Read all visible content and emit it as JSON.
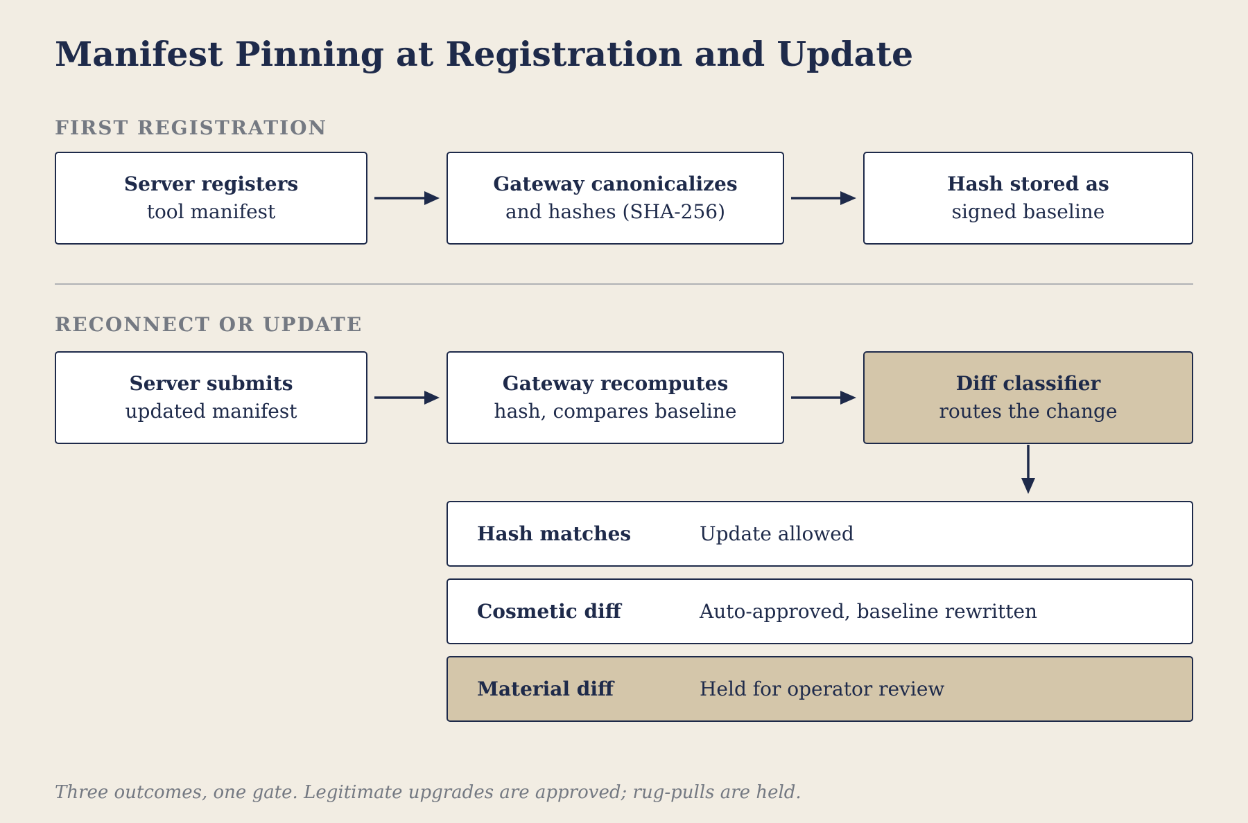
{
  "title": "Manifest Pinning at Registration and Update",
  "sections": {
    "registration": {
      "label": "FIRST REGISTRATION",
      "steps": [
        {
          "line1": "Server registers",
          "line2": "tool manifest"
        },
        {
          "line1": "Gateway canonicalizes",
          "line2": "and hashes (SHA-256)"
        },
        {
          "line1": "Hash stored as",
          "line2": "signed baseline"
        }
      ]
    },
    "update": {
      "label": "RECONNECT OR UPDATE",
      "steps": [
        {
          "line1": "Server submits",
          "line2": "updated manifest"
        },
        {
          "line1": "Gateway recomputes",
          "line2": "hash, compares baseline"
        },
        {
          "line1": "Diff classifier",
          "line2": "routes the change"
        }
      ]
    }
  },
  "outcomes": [
    {
      "name": "Hash matches",
      "result": "Update allowed"
    },
    {
      "name": "Cosmetic diff",
      "result": "Auto-approved, baseline rewritten"
    },
    {
      "name": "Material diff",
      "result": "Held for operator review"
    }
  ],
  "caption": "Three outcomes, one gate. Legitimate upgrades are approved; rug-pulls are held.",
  "colors": {
    "background": "#f2ede3",
    "ink": "#1e2a4a",
    "highlight": "#d4c6aa",
    "muted": "#747982",
    "divider": "#b0b2b5"
  }
}
